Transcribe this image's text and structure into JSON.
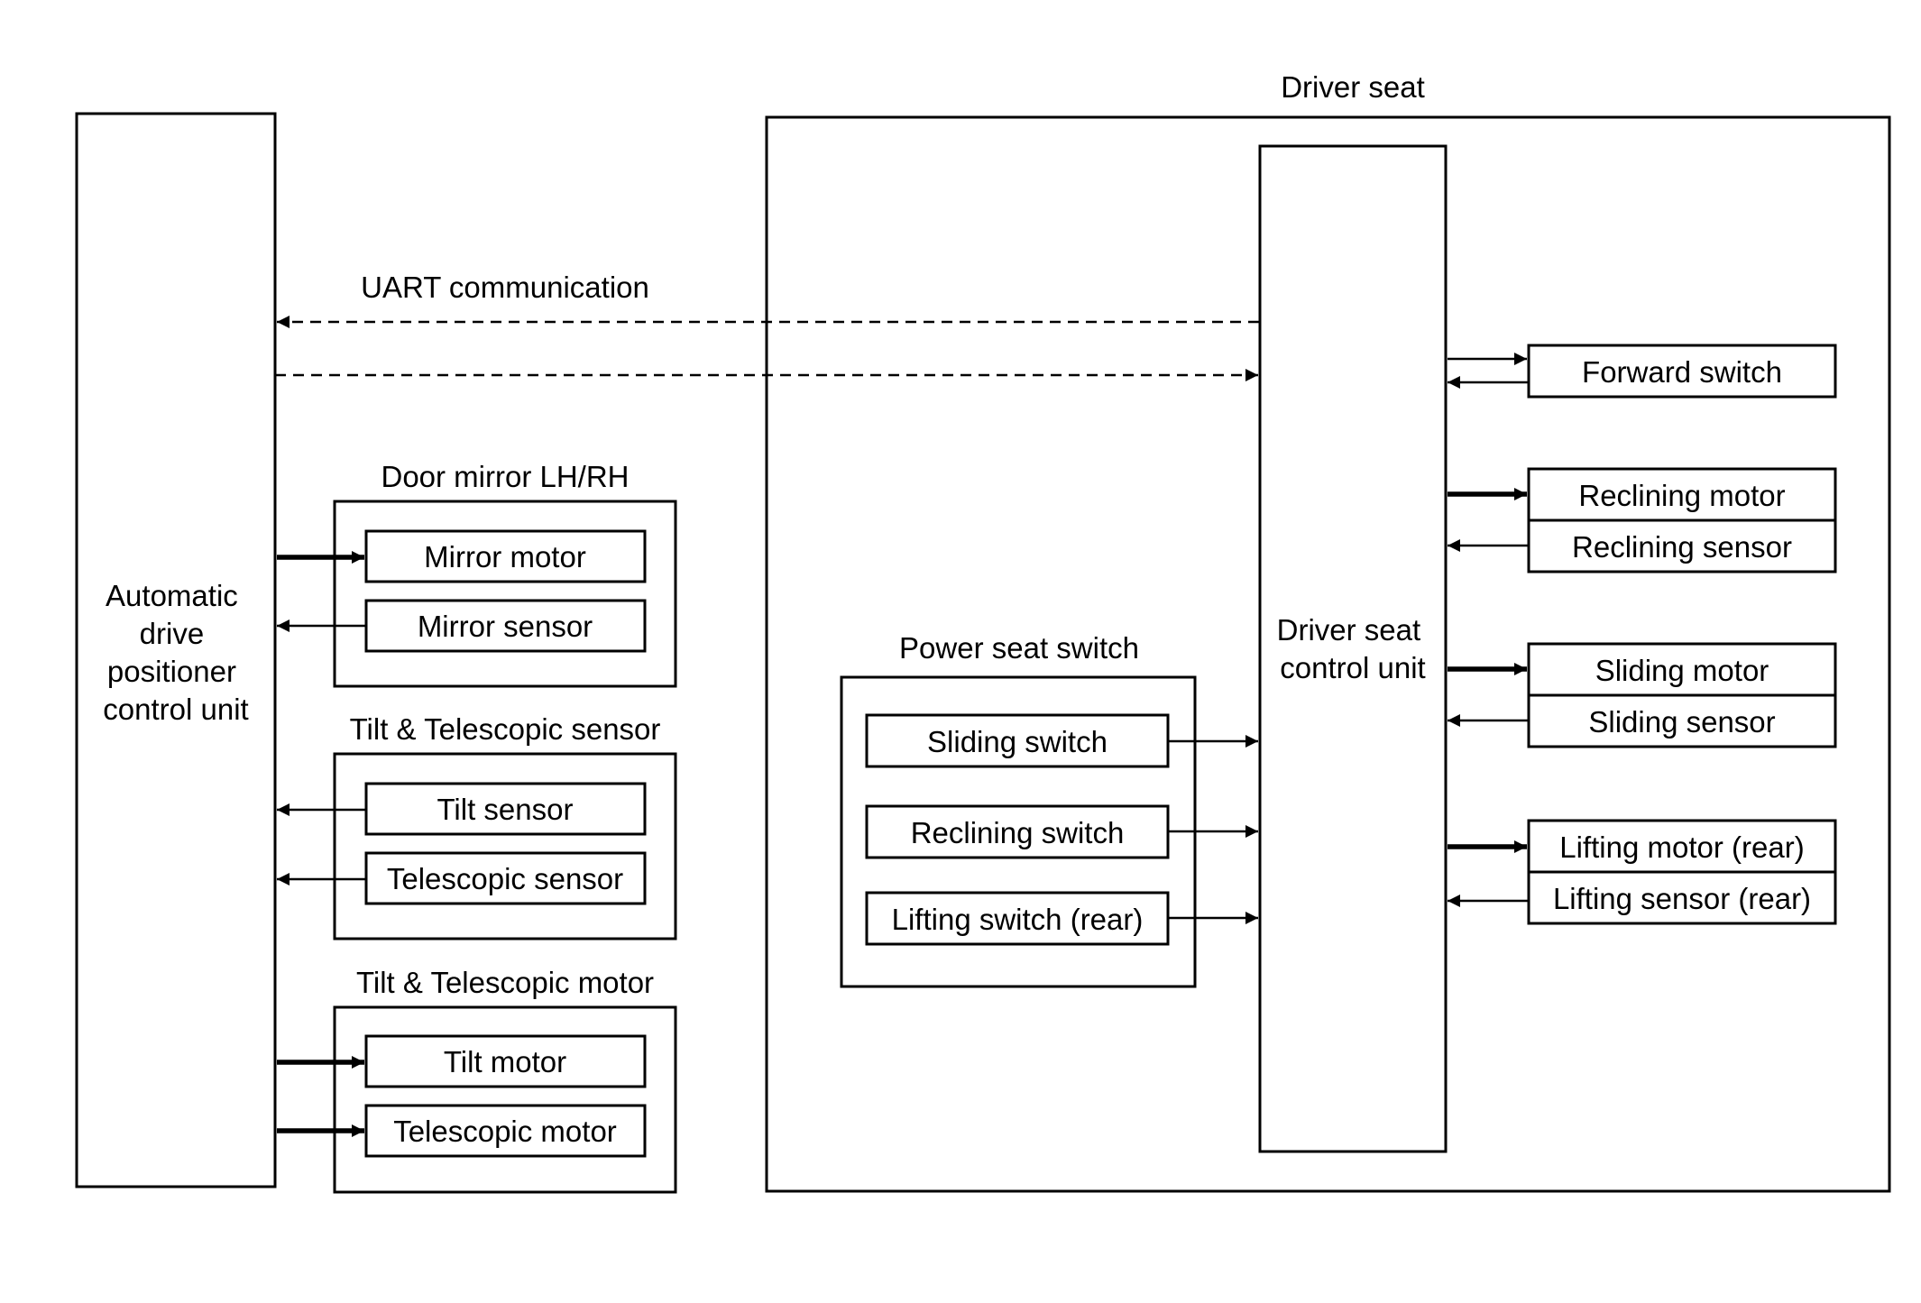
{
  "diagram": {
    "ecu_label": [
      "Automatic",
      "drive",
      "positioner",
      "control unit"
    ],
    "driver_seat_title": "Driver seat",
    "uart_label": "UART communication",
    "door_mirror": {
      "title": "Door mirror LH/RH",
      "mirror_motor": "Mirror motor",
      "mirror_sensor": "Mirror sensor"
    },
    "tilt_tele_sensor": {
      "title": "Tilt & Telescopic sensor",
      "tilt_sensor": "Tilt sensor",
      "telescopic_sensor": "Telescopic sensor"
    },
    "tilt_tele_motor": {
      "title": "Tilt & Telescopic motor",
      "tilt_motor": "Tilt motor",
      "telescopic_motor": "Telescopic motor"
    },
    "power_seat_switch": {
      "title": "Power seat switch",
      "sliding_switch": "Sliding switch",
      "reclining_switch": "Reclining switch",
      "lifting_switch": "Lifting switch (rear)"
    },
    "seat_cu_label": [
      "Driver seat",
      "control unit"
    ],
    "forward_switch": "Forward switch",
    "reclining_motor": "Reclining motor",
    "reclining_sensor": "Reclining sensor",
    "sliding_motor": "Sliding motor",
    "sliding_sensor": "Sliding sensor",
    "lifting_motor": "Lifting motor (rear)",
    "lifting_sensor": "Lifting sensor (rear)"
  }
}
